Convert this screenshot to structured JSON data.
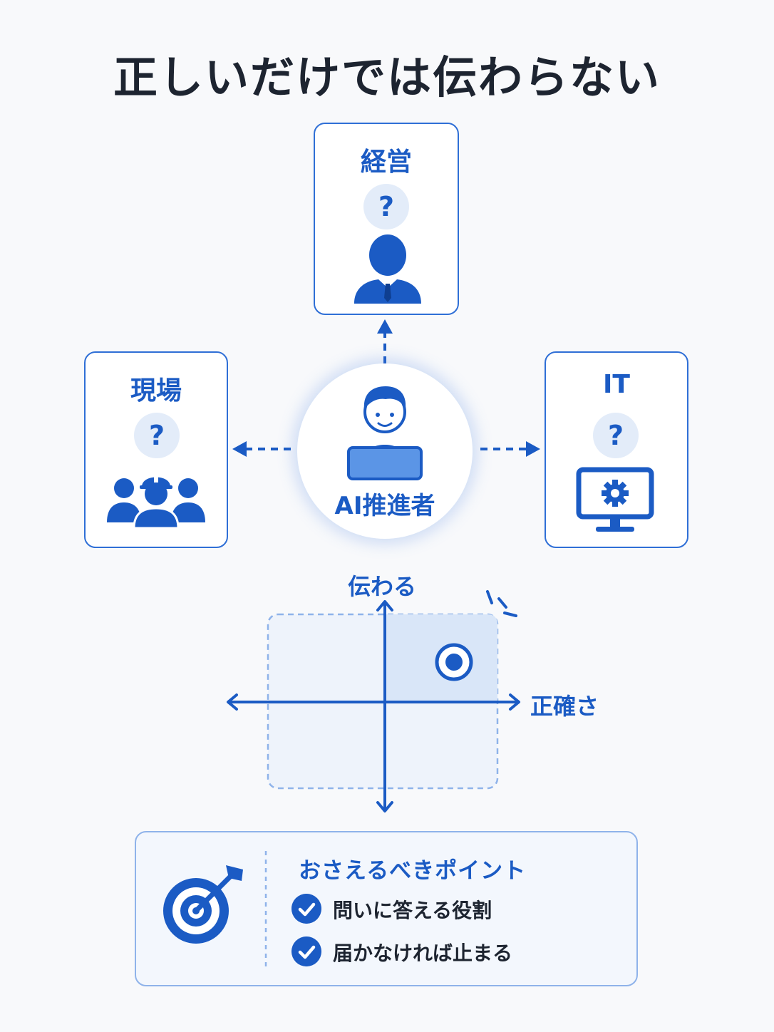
{
  "title": "正しいだけでは伝わらない",
  "colors": {
    "accent": "#1b5bc4",
    "border": "#2f6fd6",
    "light": "#e3ecf9"
  },
  "stakeholders": {
    "management": {
      "label": "経営",
      "question": "?",
      "icon": "businessman-icon"
    },
    "field": {
      "label": "現場",
      "question": "?",
      "icon": "workers-group-icon"
    },
    "it": {
      "label": "IT",
      "question": "?",
      "icon": "monitor-gear-icon"
    }
  },
  "center": {
    "label": "AI推進者",
    "icon": "person-laptop-icon"
  },
  "matrix": {
    "y_axis_label": "伝わる",
    "x_axis_label": "正確さ",
    "marker": "target-dot-icon"
  },
  "points": {
    "title": "おさえるべきポイント",
    "icon": "target-arrow-icon",
    "items": [
      "問いに答える役割",
      "届かなければ止まる"
    ]
  }
}
